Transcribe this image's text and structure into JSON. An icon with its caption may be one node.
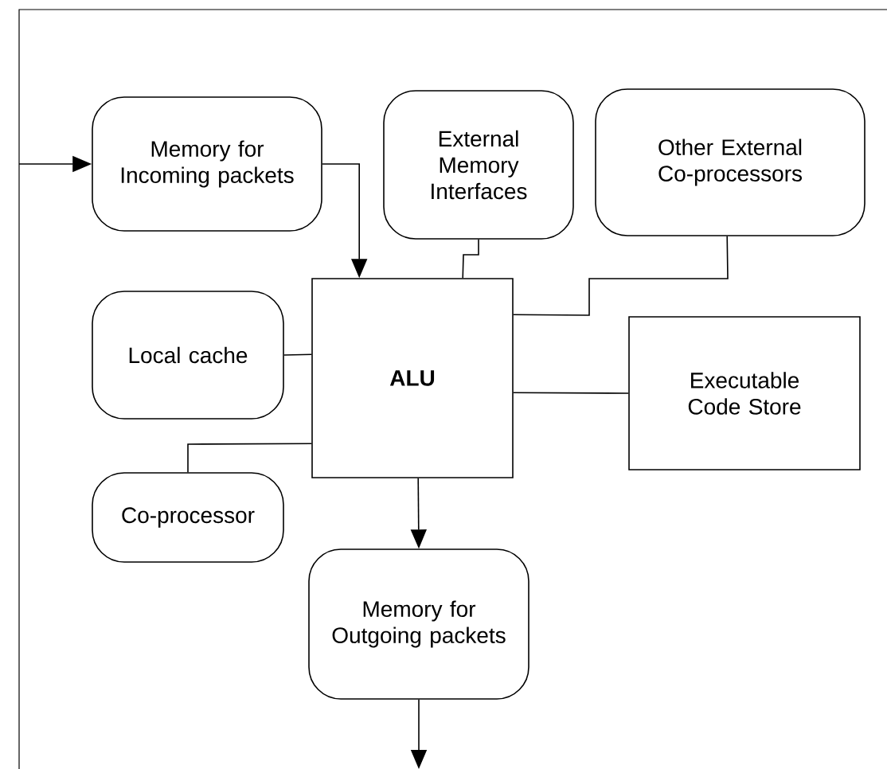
{
  "diagram": {
    "nodes": [
      {
        "text": [
          "Memory for Incoming packets"
        ]
      },
      {
        "text": [
          "External Memory Interfaces"
        ]
      },
      {
        "text": [
          "Other External Co-processors"
        ]
      },
      {
        "text": [
          "Local cache"
        ]
      },
      {
        "text": [
          "ALU"
        ]
      },
      {
        "text": [
          "Executable Code Store"
        ]
      },
      {
        "text": [
          "Co-processor"
        ]
      },
      {
        "text": [
          "Memory for Outgoing packets"
        ]
      }
    ],
    "edges": [
      {
        "from": null,
        "to": 0,
        "arrow": "to"
      },
      {
        "from": 0,
        "to": 4,
        "arrow": "to"
      },
      {
        "from": 1,
        "to": 4,
        "arrow": "none"
      },
      {
        "from": 2,
        "to": 4,
        "arrow": "none"
      },
      {
        "from": 3,
        "to": 4,
        "arrow": "none"
      },
      {
        "from": 4,
        "to": 5,
        "arrow": "none"
      },
      {
        "from": 6,
        "to": 4,
        "arrow": "none"
      },
      {
        "from": 4,
        "to": 7,
        "arrow": "to"
      },
      {
        "from": 7,
        "to": null,
        "arrow": "to"
      }
    ]
  }
}
